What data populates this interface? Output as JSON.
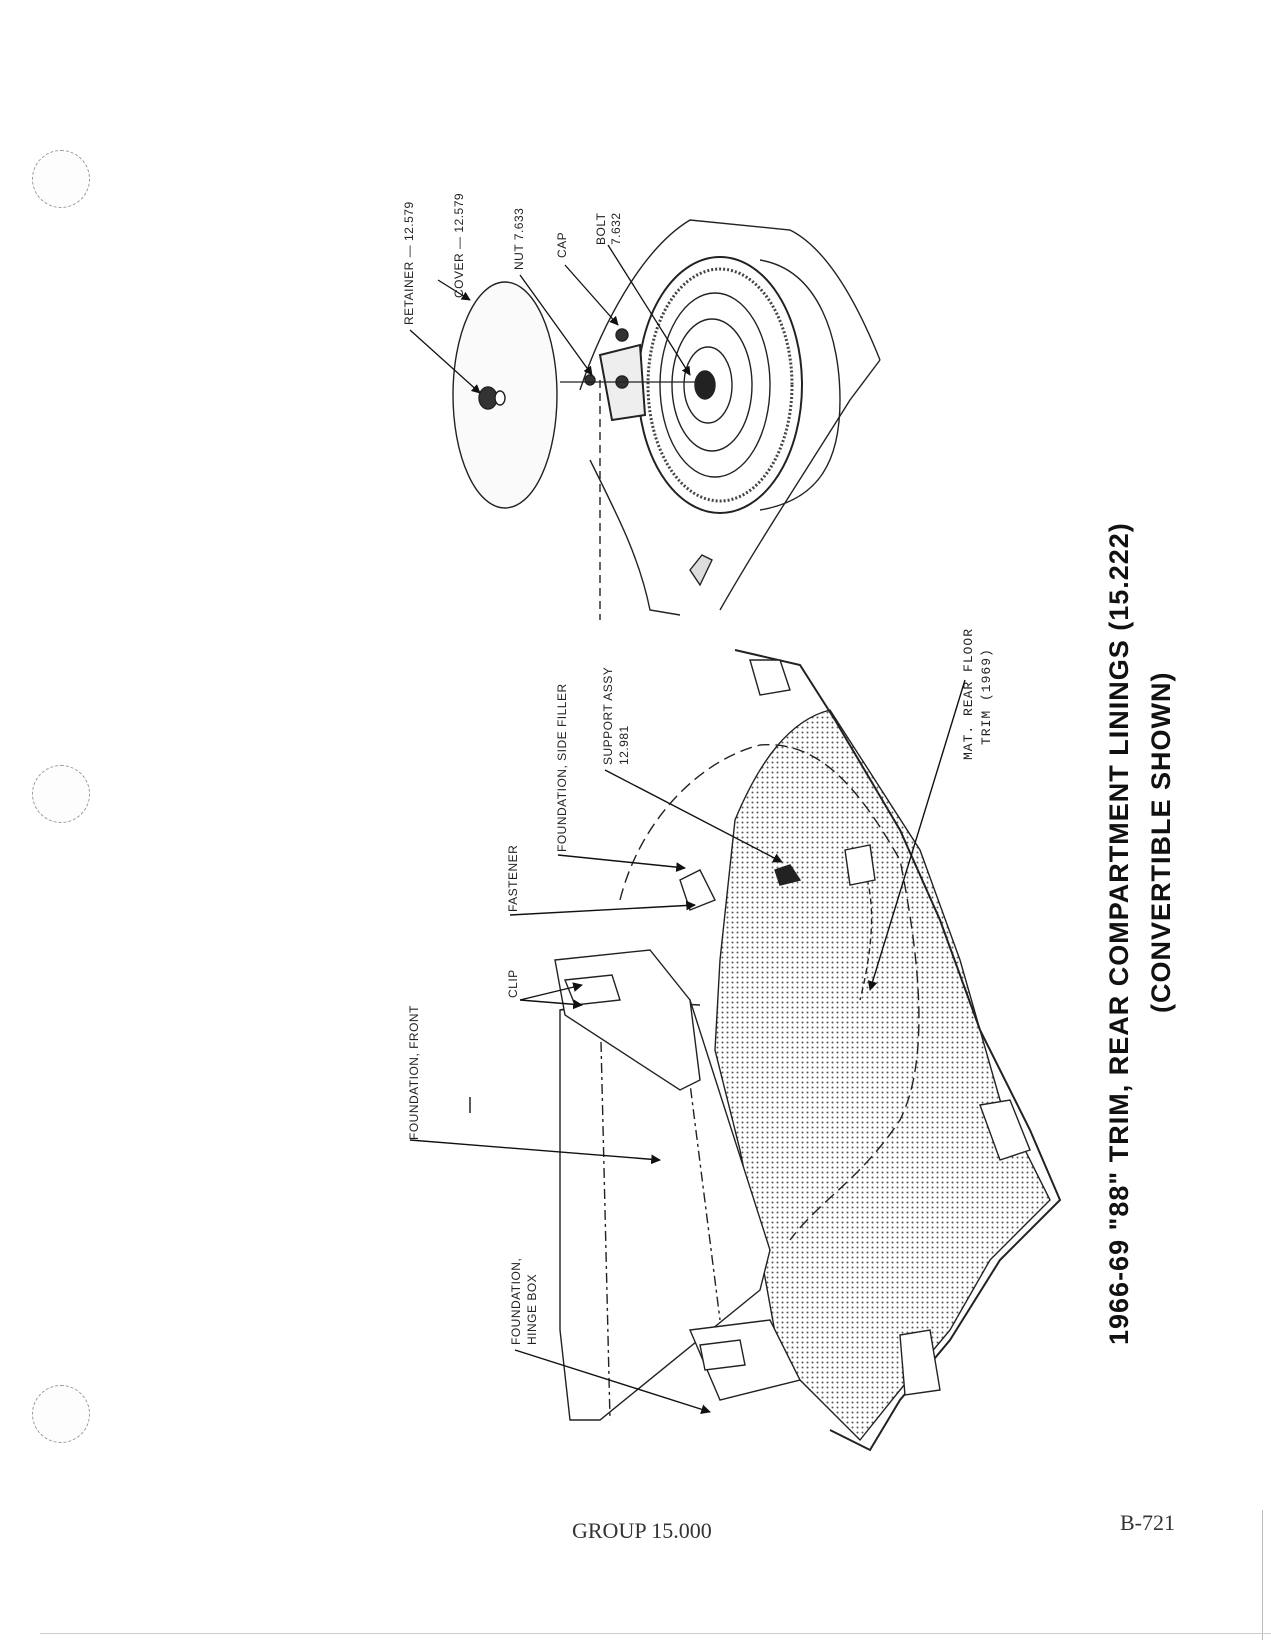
{
  "title": {
    "line1": "1966-69 \"88\" TRIM, REAR COMPARTMENT LININGS (15.222)",
    "line2": "(CONVERTIBLE SHOWN)"
  },
  "labels": {
    "retainer": "RETAINER — 12.579",
    "cover": "COVER — 12.579",
    "nut": "NUT 7.633",
    "cap": "CAP",
    "bolt_1": "BOLT",
    "bolt_2": "7.632",
    "foundation_front": "FOUNDATION, FRONT",
    "clip": "CLIP",
    "fastener": "FASTENER",
    "foundation_side_filler": "FOUNDATION, SIDE FILLER",
    "support_assy_1": "SUPPORT ASSY",
    "support_assy_2": "12.981",
    "mat_1": "MAT. REAR FLOOR",
    "mat_2": "TRIM (1969)",
    "hinge_box_1": "FOUNDATION,",
    "hinge_box_2": "HINGE BOX"
  },
  "footer": {
    "group": "GROUP 15.000",
    "page_code": "B-721"
  }
}
